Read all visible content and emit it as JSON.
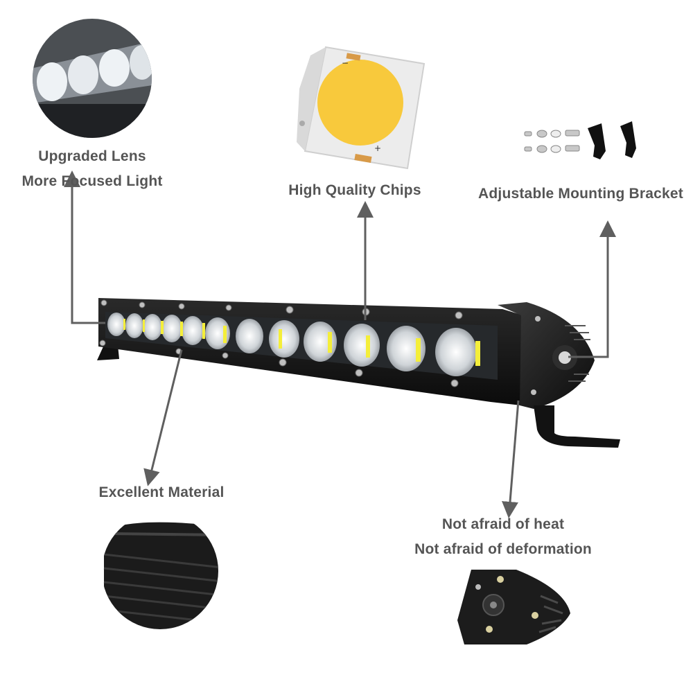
{
  "features": {
    "lens": {
      "line1": "Upgraded Lens",
      "line2": "More Focused Light"
    },
    "chips": {
      "label": "High Quality Chips"
    },
    "bracket": {
      "label": "Adjustable Mounting Bracket"
    },
    "material": {
      "label": "Excellent Material"
    },
    "heat": {
      "line1": "Not afraid of heat",
      "line2": "Not afraid of deformation"
    }
  },
  "colors": {
    "label_text": "#555555",
    "arrow": "#5f5f5f",
    "chip_phosphor": "#f8c93c",
    "led_light": "#f4ee3a",
    "bar_body": "#151515"
  },
  "icons": {
    "lens": "lens-closeup-icon",
    "chip": "led-chip-icon",
    "bracket": "mounting-hardware-icon",
    "material": "aluminum-housing-icon",
    "endcap": "end-cap-icon"
  }
}
